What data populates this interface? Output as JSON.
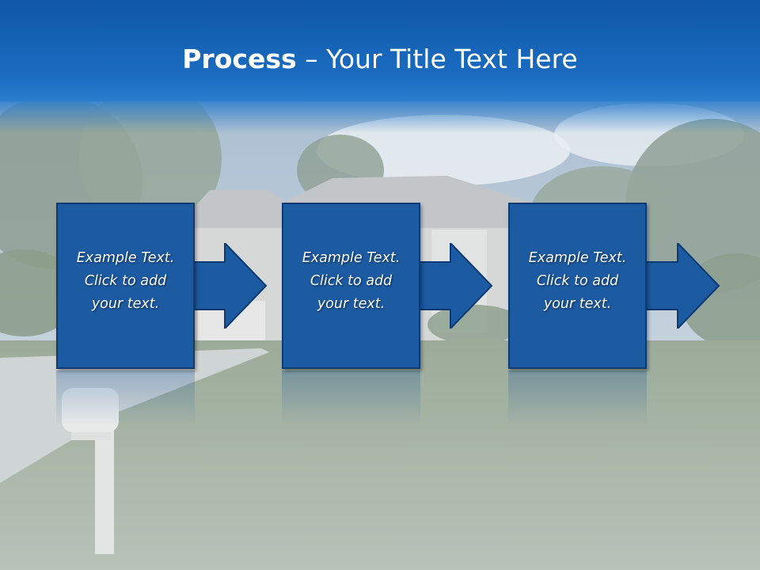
{
  "title": {
    "strong": "Process",
    "rest": " – Your Title Text Here"
  },
  "steps": [
    {
      "lines": [
        "Example Text.",
        "Click  to add",
        "your text."
      ]
    },
    {
      "lines": [
        "Example Text.",
        "Click  to add",
        "your text."
      ]
    },
    {
      "lines": [
        "Example Text.",
        "Click  to add",
        "your text."
      ]
    }
  ],
  "colors": {
    "title_bar": "#1a6cc1",
    "box_fill": "#1c5aa2",
    "box_border": "#0c3a72",
    "text": "#ffffff"
  }
}
